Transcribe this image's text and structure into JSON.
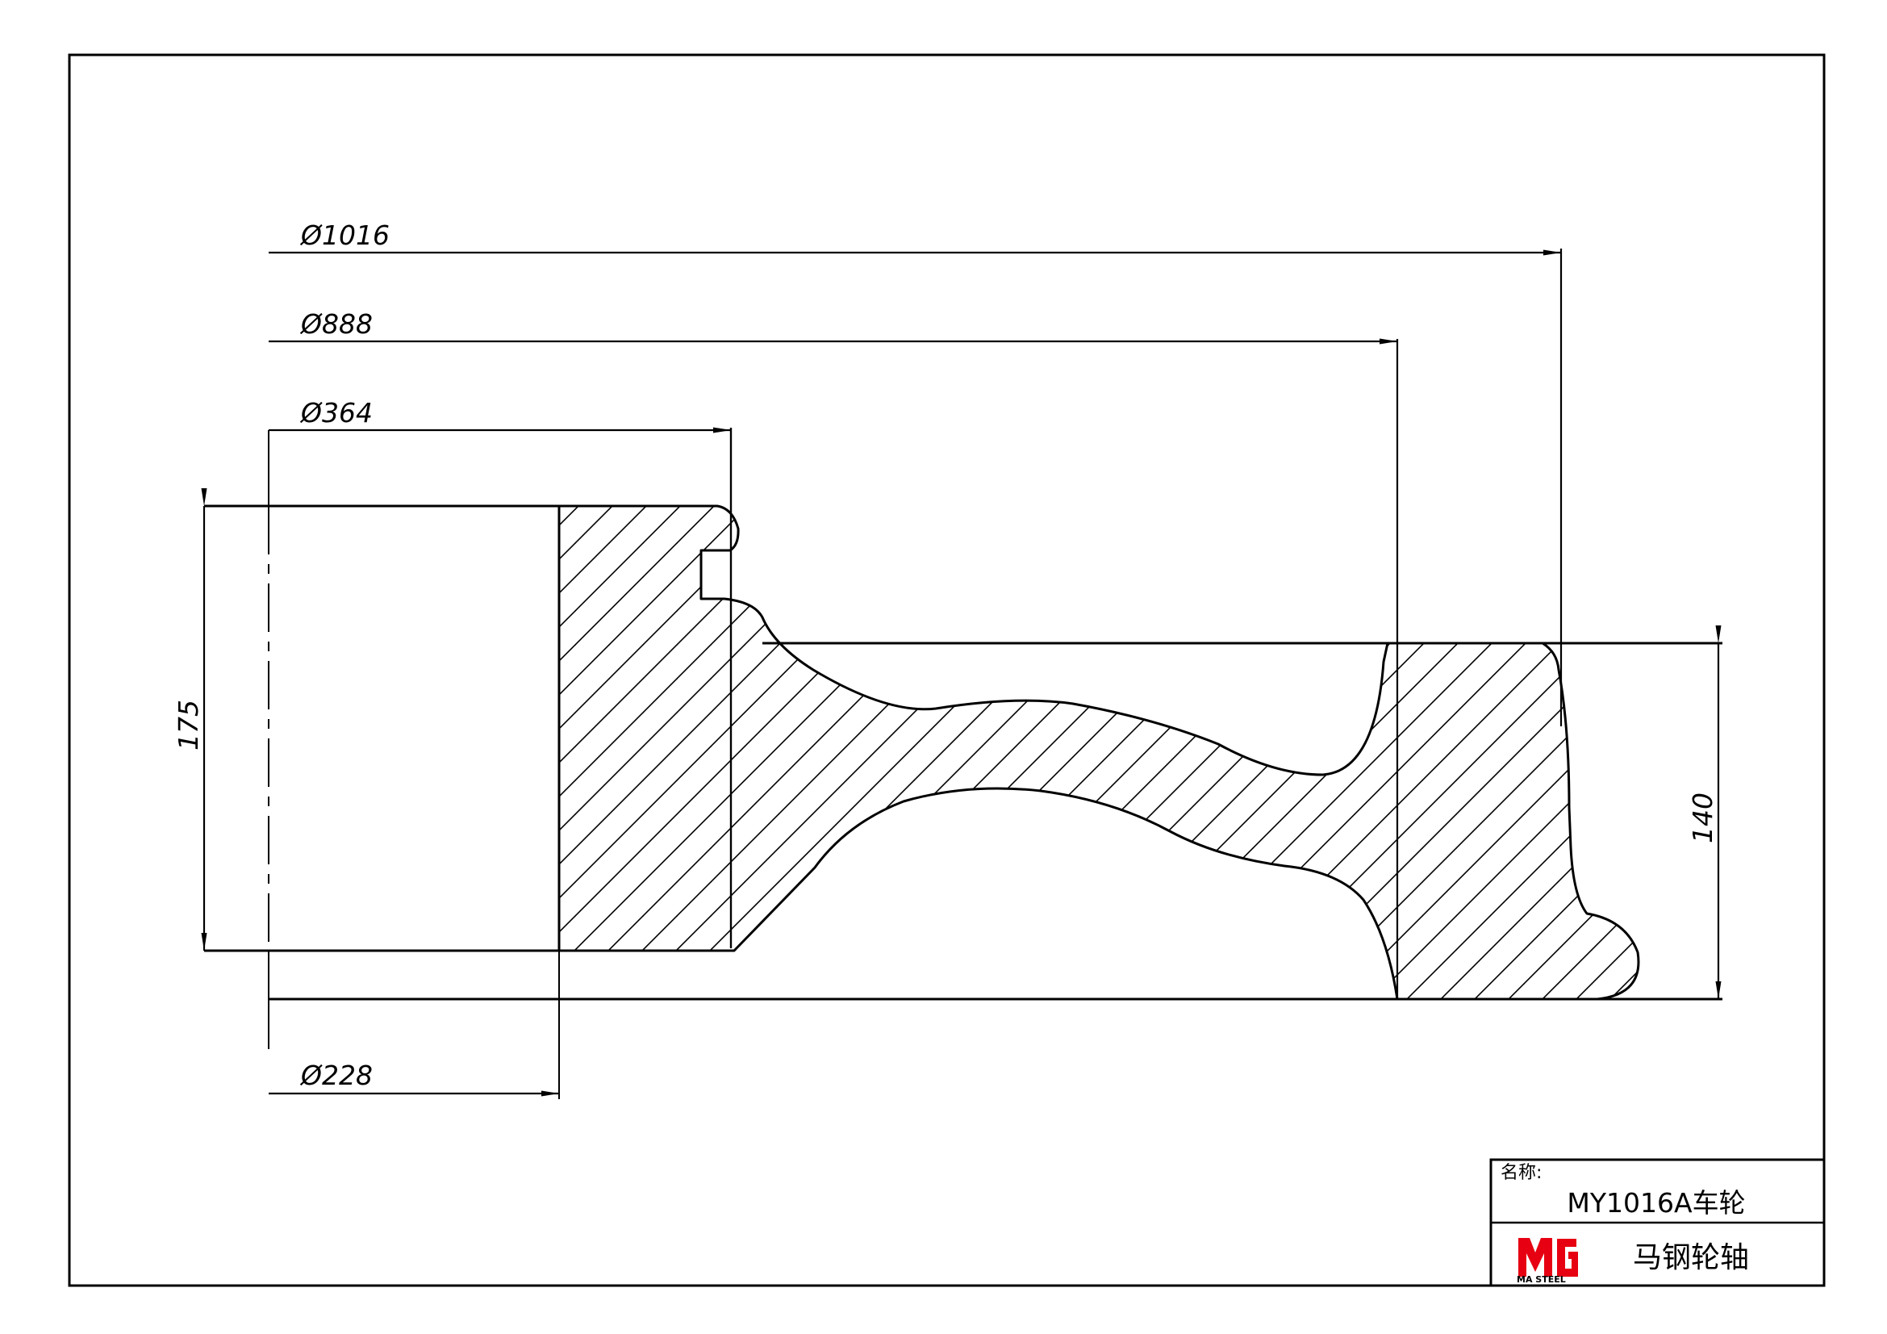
{
  "dimensions": {
    "d1016": "Ø1016",
    "d888": "Ø888",
    "d364": "Ø364",
    "d228": "Ø228",
    "h175": "175",
    "h140": "140"
  },
  "title_block": {
    "name_label": "名称:",
    "part_name": "MY1016A车轮",
    "company": "马钢轮轴",
    "logo_text": "MA STEEL"
  },
  "colors": {
    "line": "#000000",
    "logo_red": "#e60012"
  },
  "icons": [
    "masteel-logo-icon"
  ]
}
